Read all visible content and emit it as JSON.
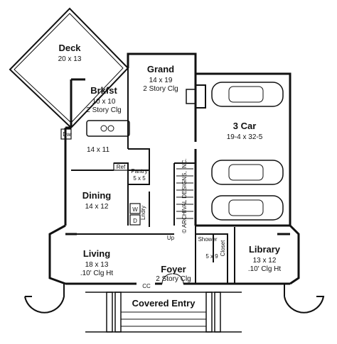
{
  "rooms": [
    {
      "id": "deck",
      "name": "Deck",
      "dims": "20 x 13"
    },
    {
      "id": "grand",
      "name": "Grand",
      "dims": "14 x 19",
      "note": "2 Story Clg"
    },
    {
      "id": "brkfst",
      "name": "Brkfst",
      "dims": "10 x 10",
      "note": "2 Story Clg"
    },
    {
      "id": "kitchen",
      "dims": "14 x 11"
    },
    {
      "id": "garage",
      "name": "3 Car",
      "dims": "19-4 x 32-5"
    },
    {
      "id": "pantry",
      "name": "Pantry",
      "dims": "5 x 5"
    },
    {
      "id": "dining",
      "name": "Dining",
      "dims": "14 x 12"
    },
    {
      "id": "living",
      "name": "Living",
      "dims": "18 x 13",
      "note": ".10' Clg Ht"
    },
    {
      "id": "foyer",
      "name": "Foyer",
      "note": "2 Story Clg"
    },
    {
      "id": "library",
      "name": "Library",
      "dims": "13 x 12",
      "note": ".10' Clg Ht"
    },
    {
      "id": "covered",
      "name": "Covered Entry"
    }
  ],
  "labels": {
    "dw": "Dw",
    "ref": "Ref",
    "lndry": "Lndry",
    "w": "W",
    "d": "D",
    "shower": "Shower",
    "closet": "Closet",
    "bath_dims": "5 x 9",
    "cc": "CC",
    "up": "Up",
    "copyright": "© ARCHIVAL DESIGNS, INC."
  }
}
